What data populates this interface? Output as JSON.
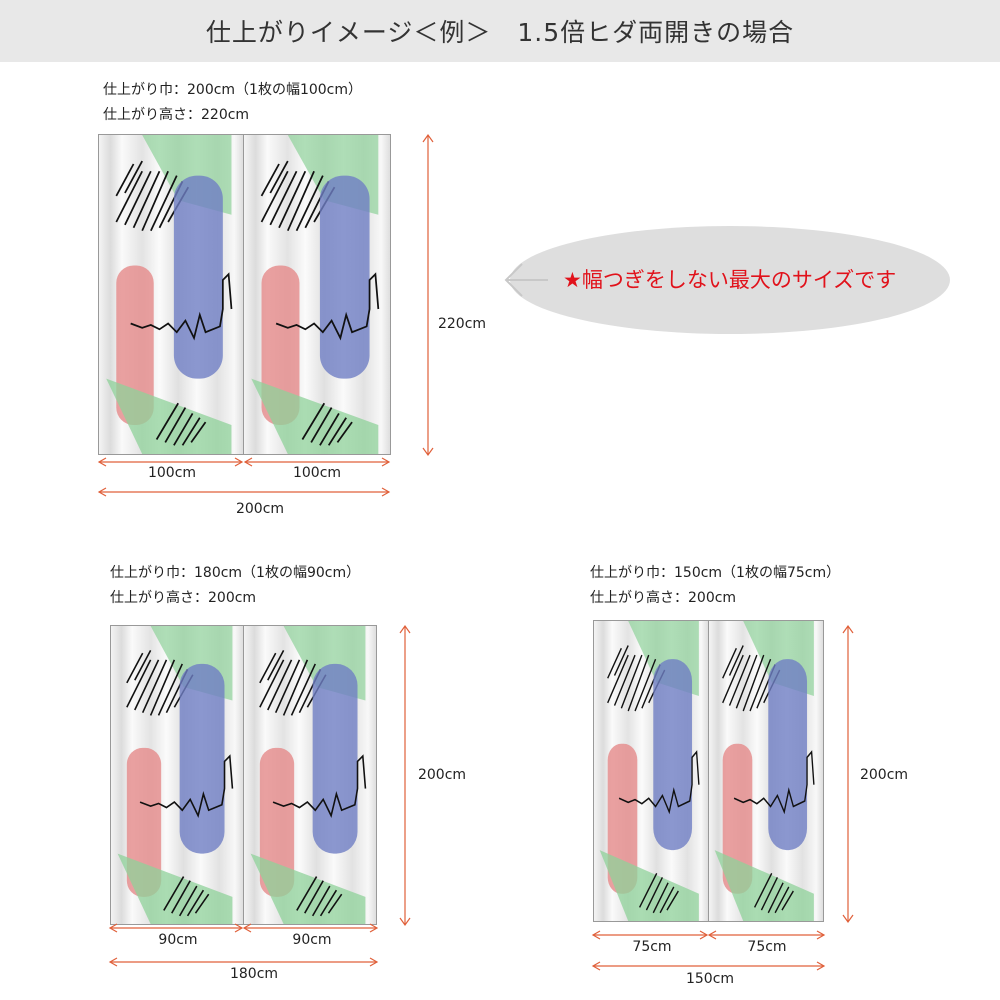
{
  "header": {
    "title": "仕上がりイメージ＜例＞　1.5倍ヒダ両開きの場合"
  },
  "callout": {
    "text": "★幅つぎをしない最大のサイズです"
  },
  "examples": [
    {
      "width_label": "仕上がり巾：200cm（1枚の幅100cm）",
      "height_label": "仕上がり高さ：220cm",
      "height_dim": "220cm",
      "panel_dim": "100cm",
      "total_dim": "200cm"
    },
    {
      "width_label": "仕上がり巾：180cm（1枚の幅90cm）",
      "height_label": "仕上がり高さ：200cm",
      "height_dim": "200cm",
      "panel_dim": "90cm",
      "total_dim": "180cm"
    },
    {
      "width_label": "仕上がり巾：150cm（1枚の幅75cm）",
      "height_label": "仕上がり高さ：200cm",
      "height_dim": "200cm",
      "panel_dim": "75cm",
      "total_dim": "150cm"
    }
  ],
  "colors": {
    "arrow": "#e0603a",
    "callout_text": "#e1121b"
  }
}
